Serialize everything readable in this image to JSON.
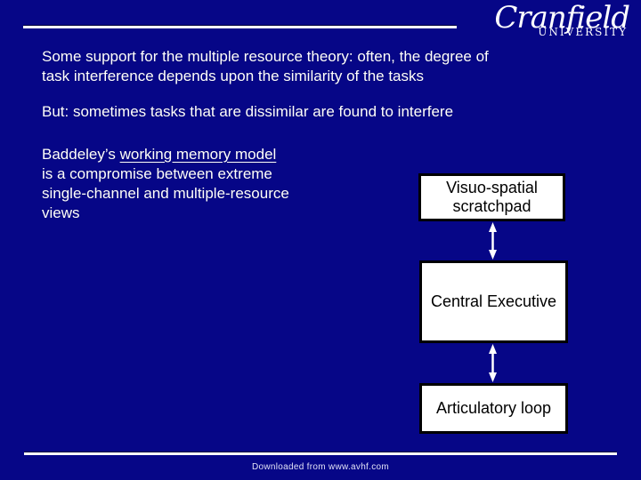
{
  "colors": {
    "background": "#060687",
    "text": "#ffffff",
    "rule": "#ffffff",
    "arrow": "#ffffff",
    "box_bg": "#ffffff",
    "box_border": "#000000",
    "box_text": "#000000"
  },
  "logo": {
    "name": "Cranfield",
    "subtitle": "UNIVERSITY"
  },
  "paragraphs": {
    "p1": {
      "lines": [
        "Some support for the multiple resource theory: often, the degree of",
        "task interference depends upon the similarity of the tasks"
      ]
    },
    "p2": {
      "lines": [
        "But: sometimes tasks that are dissimilar are found to interfere"
      ]
    },
    "p3": {
      "line1_prefix": "Baddeley’s ",
      "line1_underlined": "working memory model",
      "lines_rest": [
        "is a compromise between extreme",
        "single-channel and multiple-resource",
        "views"
      ]
    }
  },
  "diagram": {
    "boxes": [
      {
        "id": "visuo-spatial-scratchpad",
        "lines": [
          "Visuo-spatial",
          "scratchpad"
        ]
      },
      {
        "id": "central-executive",
        "label": "Central Executive"
      },
      {
        "id": "articulatory-loop",
        "label": "Articulatory loop"
      }
    ]
  },
  "footer": {
    "text": "Downloaded from www.avhf.com"
  }
}
